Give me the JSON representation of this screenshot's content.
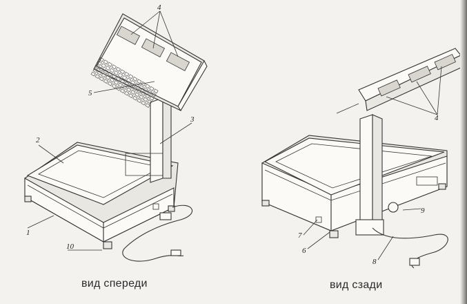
{
  "captions": {
    "front": "вид спереди",
    "back": "вид сзади"
  },
  "labels_front": {
    "l1": "1",
    "l2": "2",
    "l3": "3",
    "l4": "4",
    "l5": "5",
    "l10": "10"
  },
  "labels_back": {
    "l4": "4",
    "l6": "6",
    "l7": "7",
    "l8": "8",
    "l9": "9"
  }
}
